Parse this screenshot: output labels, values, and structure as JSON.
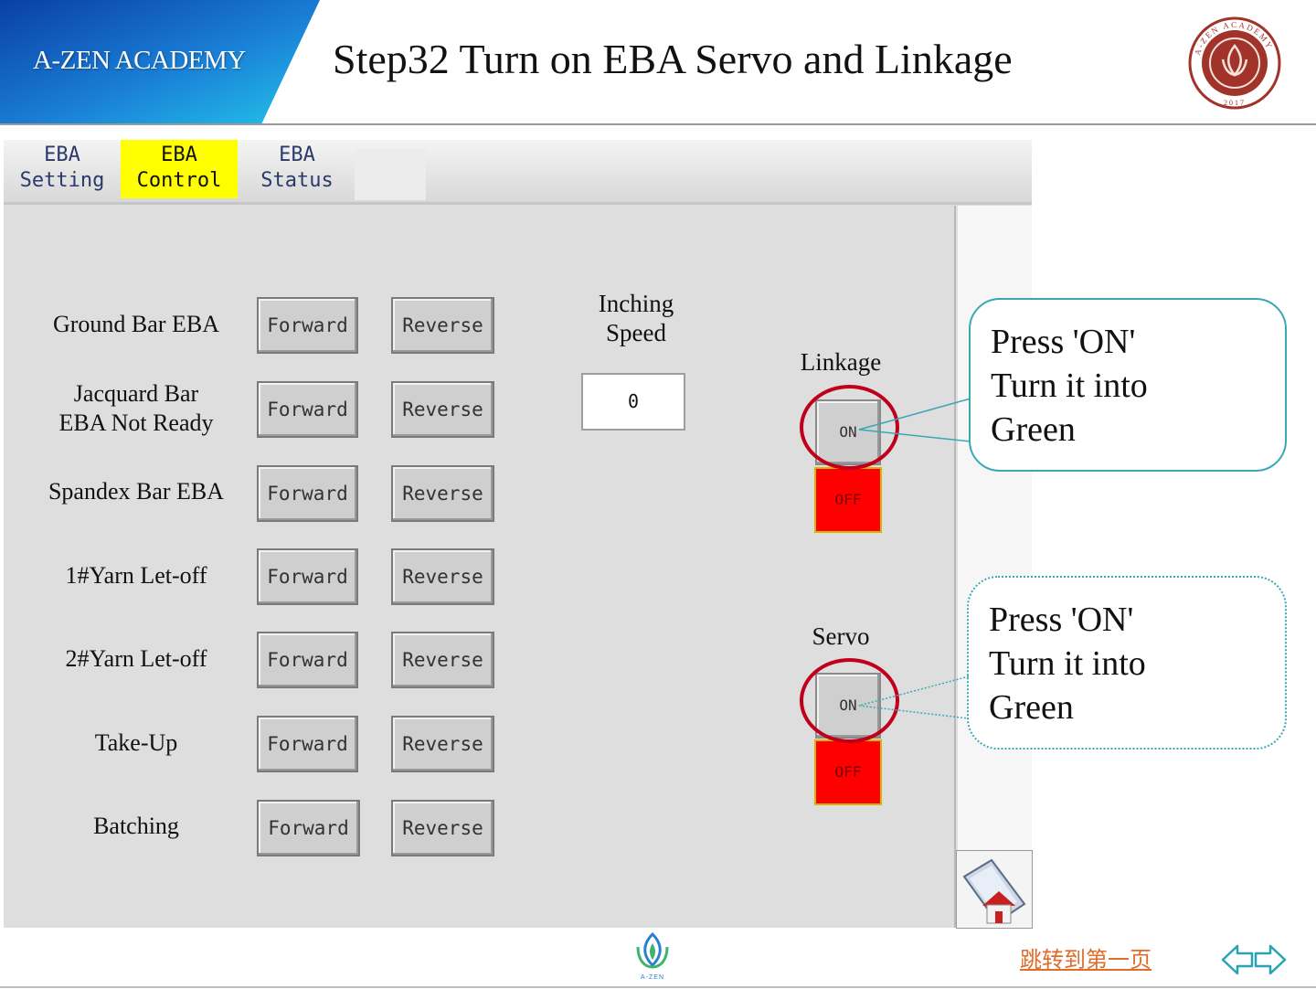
{
  "header": {
    "brand": "A-ZEN ACADEMY",
    "title": "Step32 Turn on EBA Servo and Linkage",
    "seal_text": "A-ZEN ACADEMY",
    "seal_year": "2017"
  },
  "tabs": [
    {
      "line1": "EBA",
      "line2": "Setting",
      "active": false
    },
    {
      "line1": "EBA",
      "line2": "Control",
      "active": true
    },
    {
      "line1": "EBA",
      "line2": "Status",
      "active": false
    }
  ],
  "rows": [
    {
      "label": "Ground Bar EBA",
      "forward": "Forward",
      "reverse": "Reverse"
    },
    {
      "label": "Jacquard Bar\nEBA Not Ready",
      "forward": "Forward",
      "reverse": "Reverse"
    },
    {
      "label": "Spandex Bar EBA",
      "forward": "Forward",
      "reverse": "Reverse"
    },
    {
      "label": "1#Yarn Let-off",
      "forward": "Forward",
      "reverse": "Reverse"
    },
    {
      "label": "2#Yarn Let-off",
      "forward": "Forward",
      "reverse": "Reverse"
    },
    {
      "label": "Take-Up",
      "forward": "Forward",
      "reverse": "Reverse"
    },
    {
      "label": "Batching",
      "forward": "Forward",
      "reverse": "Reverse"
    }
  ],
  "inching": {
    "label_line1": "Inching",
    "label_line2": "Speed",
    "value": "0"
  },
  "linkage": {
    "label": "Linkage",
    "on_label": "ON",
    "off_label": "OFF",
    "off_color": "#ff0000"
  },
  "servo": {
    "label": "Servo",
    "on_label": "ON",
    "off_label": "OFF",
    "off_color": "#ff0000"
  },
  "callouts": [
    {
      "line1": "Press 'ON'",
      "line2": "Turn it into",
      "line3": "Green"
    },
    {
      "line1": "Press 'ON'",
      "line2": "Turn it into",
      "line3": "Green"
    }
  ],
  "footer": {
    "logo_text": "A-ZEN",
    "jump_link": "跳转到第一页",
    "prev_icon": "left-arrow-icon",
    "next_icon": "right-arrow-icon"
  },
  "colors": {
    "active_tab": "#ffff00",
    "highlight_ring": "#c0001a",
    "callout_border": "#3aa7b5",
    "link": "#e26b2a"
  }
}
